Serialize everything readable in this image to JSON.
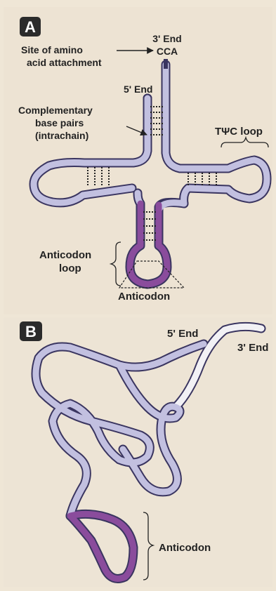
{
  "panel_a": {
    "badge": "A",
    "three_prime_end": "3' End",
    "cca": "CCA",
    "site_line1": "Site of amino",
    "site_line2": "acid attachment",
    "five_prime_end": "5' End",
    "comp_line1": "Complementary",
    "comp_line2": "base pairs",
    "comp_line3": "(intrachain)",
    "tpsic_loop": "TΨC loop",
    "anticodon_loop_line1": "Anticodon",
    "anticodon_loop_line2": "loop",
    "anticodon": "Anticodon"
  },
  "panel_b": {
    "badge": "B",
    "five_prime_end": "5' End",
    "three_prime_end": "3' End",
    "anticodon": "Anticodon"
  },
  "colors": {
    "background": "#efe6d6",
    "strand": "#c2c0e0",
    "strand_outline": "#3a3560",
    "anticodon_strand": "#8a4c9c",
    "ribbon_light": "#f2f1f5",
    "badge": "#2b2b2b"
  }
}
